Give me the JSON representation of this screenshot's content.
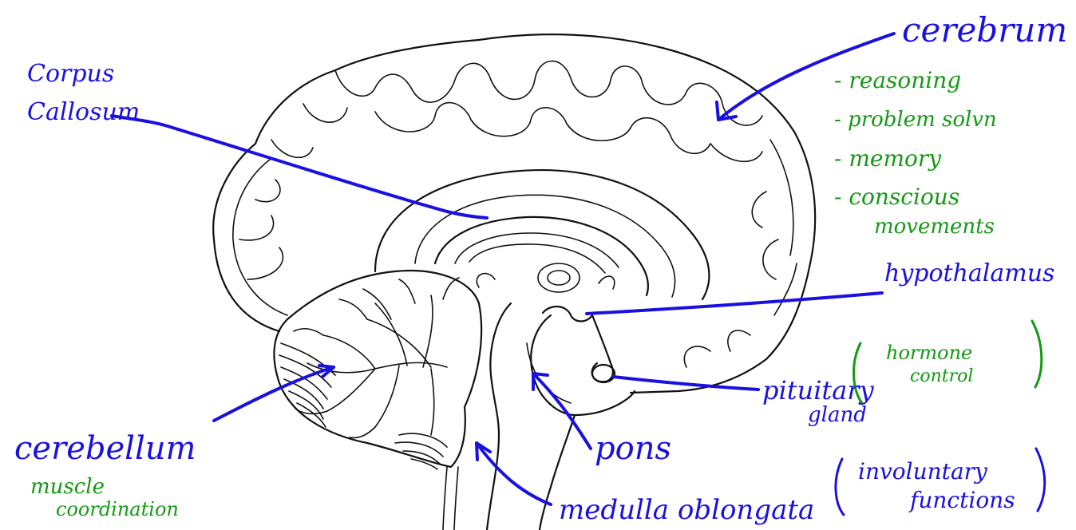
{
  "labels": {
    "cerebrum": "cerebrum",
    "cerebrum_functions": [
      "- reasoning",
      "- problem solvn",
      "- memory",
      "- conscious",
      "movements"
    ],
    "corpus_callosum_line1": "Corpus",
    "corpus_callosum_line2": "Callosum",
    "hypothalamus": "hypothalamus",
    "pituitary_line1": "pituitary",
    "pituitary_line2": "gland",
    "pituitary_note_line1": "hormone",
    "pituitary_note_line2": "control",
    "cerebellum": "cerebellum",
    "cerebellum_note_line1": "muscle",
    "cerebellum_note_line2": "coordination",
    "pons": "pons",
    "medulla": "medulla oblongata",
    "medulla_note_line1": "involuntary",
    "medulla_note_line2": "functions"
  },
  "colors": {
    "label_blue": "#1a10e0",
    "note_green": "#149a14",
    "drawing": "#111111"
  }
}
